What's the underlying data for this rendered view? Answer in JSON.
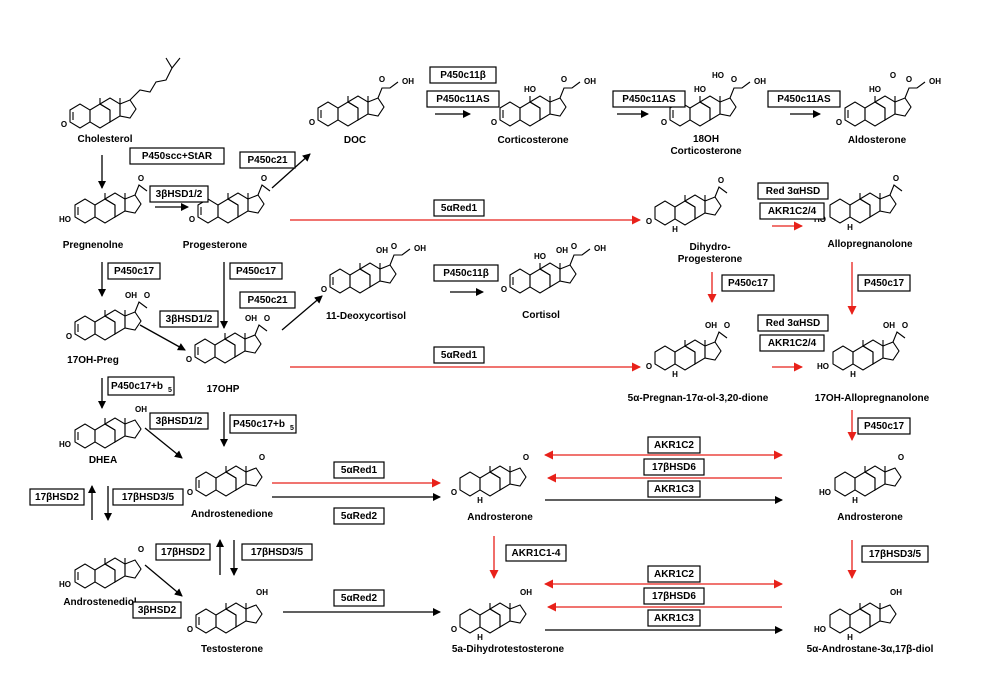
{
  "diagram": {
    "compounds": {
      "cholesterol": "Cholesterol",
      "pregnenolone": "Pregnenolne",
      "progesterone": "Progesterone",
      "doc": "DOC",
      "corticosterone": "Corticosterone",
      "oh18_line1": "18OH",
      "oh18_line2": "Corticosterone",
      "aldosterone": "Aldosterone",
      "dihydroprog_line1": "Dihydro-",
      "dihydroprog_line2": "Progesterone",
      "allopregnanolone": "Allopregnanolone",
      "preg17": "17OH-Preg",
      "ohp17": "17OHP",
      "deoxycortisol": "11-Deoxycortisol",
      "cortisol": "Cortisol",
      "pregnan": "5α-Pregnan-17α-ol-3,20-dione",
      "oh_allo": "17OH-Allopregnanolone",
      "dhea": "DHEA",
      "androstenedione": "Androstenedione",
      "androsterone_mid": "Androsterone",
      "androsterone_right": "Androsterone",
      "androstenediol": "Androstenediol",
      "testosterone": "Testosterone",
      "dht": "5a-Dihydrotestosterone",
      "androstanediol": "5α-Androstane-3α,17β-diol"
    },
    "enzymes": {
      "p450scc": "P450scc+StAR",
      "hsd3b_1": "3βHSD1/2",
      "p450c21_1": "P450c21",
      "p450c11b_1": "P450c11β",
      "p450c11as_1": "P450c11AS",
      "p450c11as_2": "P450c11AS",
      "p450c11as_3": "P450c11AS",
      "red5a_1": "5αRed1",
      "red3a_1": "Red 3αHSD",
      "akr_1": "AKR1C2/4",
      "p450c17_1": "P450c17",
      "p450c17_2": "P450c17",
      "p450c21_2": "P450c21",
      "hsd3b_2": "3βHSD1/2",
      "p450c11b_2": "P450c11β",
      "p450c17_3": "P450c17",
      "p450c17_4": "P450c17",
      "red3a_2": "Red 3αHSD",
      "akr_2": "AKR1C2/4",
      "red5a_2": "5αRed1",
      "p450c17b5_1": "P450c17+b",
      "p450c17b5_2": "P450c17+b",
      "b5_sub": "5",
      "hsd3b_3": "3βHSD1/2",
      "p450c17_5": "P450c17",
      "red5a_3": "5αRed1",
      "red5a_4": "5αRed2",
      "akr1c2_1": "AKR1C2",
      "hsd17b6_1": "17βHSD6",
      "akr1c3_1": "AKR1C3",
      "hsd17b2_1": "17βHSD2",
      "hsd17b35_1": "17βHSD3/5",
      "hsd17b2_2": "17βHSD2",
      "hsd17b35_2": "17βHSD3/5",
      "hsd3b2": "3βHSD2",
      "red5a_5": "5αRed2",
      "akr1c14": "AKR1C1-4",
      "hsd17b35_3": "17βHSD3/5",
      "akr1c2_2": "AKR1C2",
      "hsd17b6_2": "17βHSD6",
      "akr1c3_2": "AKR1C3"
    },
    "atoms": {
      "o": "O",
      "ho": "HO",
      "oh": "OH",
      "h": "H",
      "hdot": "H",
      "ho_alpha": "HO",
      "ho_cap": "HO"
    },
    "colors": {
      "black_arrow": "#000000",
      "red_arrow": "#e8211a",
      "box_border": "#000000"
    }
  }
}
